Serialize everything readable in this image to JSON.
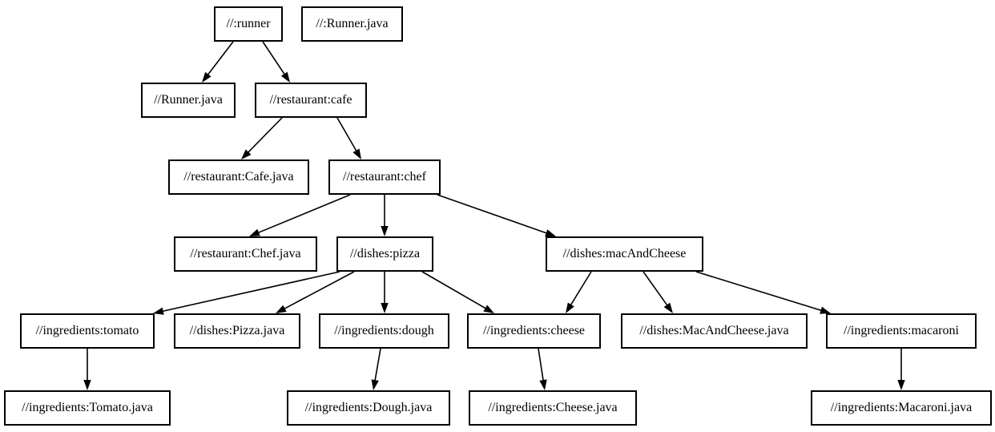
{
  "diagram": {
    "type": "dependency-graph",
    "background_color": "#ffffff",
    "node_fill_color": "#ffffff",
    "node_border_color": "#000000",
    "text_color": "#000000",
    "edge_color": "#000000",
    "nodes": [
      {
        "id": "runner",
        "label": "//:runner"
      },
      {
        "id": "runner-java-src",
        "label": "//:Runner.java"
      },
      {
        "id": "runner-java",
        "label": "//Runner.java"
      },
      {
        "id": "cafe",
        "label": "//restaurant:cafe"
      },
      {
        "id": "cafe-java",
        "label": "//restaurant:Cafe.java"
      },
      {
        "id": "chef",
        "label": "//restaurant:chef"
      },
      {
        "id": "chef-java",
        "label": "//restaurant:Chef.java"
      },
      {
        "id": "pizza",
        "label": "//dishes:pizza"
      },
      {
        "id": "mac-and-cheese",
        "label": "//dishes:macAndCheese"
      },
      {
        "id": "tomato",
        "label": "//ingredients:tomato"
      },
      {
        "id": "pizza-java",
        "label": "//dishes:Pizza.java"
      },
      {
        "id": "dough",
        "label": "//ingredients:dough"
      },
      {
        "id": "cheese",
        "label": "//ingredients:cheese"
      },
      {
        "id": "mac-and-cheese-java",
        "label": "//dishes:MacAndCheese.java"
      },
      {
        "id": "macaroni",
        "label": "//ingredients:macaroni"
      },
      {
        "id": "tomato-java",
        "label": "//ingredients:Tomato.java"
      },
      {
        "id": "dough-java",
        "label": "//ingredients:Dough.java"
      },
      {
        "id": "cheese-java",
        "label": "//ingredients:Cheese.java"
      },
      {
        "id": "macaroni-java",
        "label": "//ingredients:Macaroni.java"
      }
    ],
    "edges": [
      {
        "from": "runner",
        "to": "runner-java"
      },
      {
        "from": "runner",
        "to": "cafe"
      },
      {
        "from": "cafe",
        "to": "cafe-java"
      },
      {
        "from": "cafe",
        "to": "chef"
      },
      {
        "from": "chef",
        "to": "chef-java"
      },
      {
        "from": "chef",
        "to": "pizza"
      },
      {
        "from": "chef",
        "to": "mac-and-cheese"
      },
      {
        "from": "pizza",
        "to": "tomato"
      },
      {
        "from": "pizza",
        "to": "pizza-java"
      },
      {
        "from": "pizza",
        "to": "dough"
      },
      {
        "from": "pizza",
        "to": "cheese"
      },
      {
        "from": "mac-and-cheese",
        "to": "cheese"
      },
      {
        "from": "mac-and-cheese",
        "to": "mac-and-cheese-java"
      },
      {
        "from": "mac-and-cheese",
        "to": "macaroni"
      },
      {
        "from": "tomato",
        "to": "tomato-java"
      },
      {
        "from": "dough",
        "to": "dough-java"
      },
      {
        "from": "cheese",
        "to": "cheese-java"
      },
      {
        "from": "macaroni",
        "to": "macaroni-java"
      }
    ]
  }
}
